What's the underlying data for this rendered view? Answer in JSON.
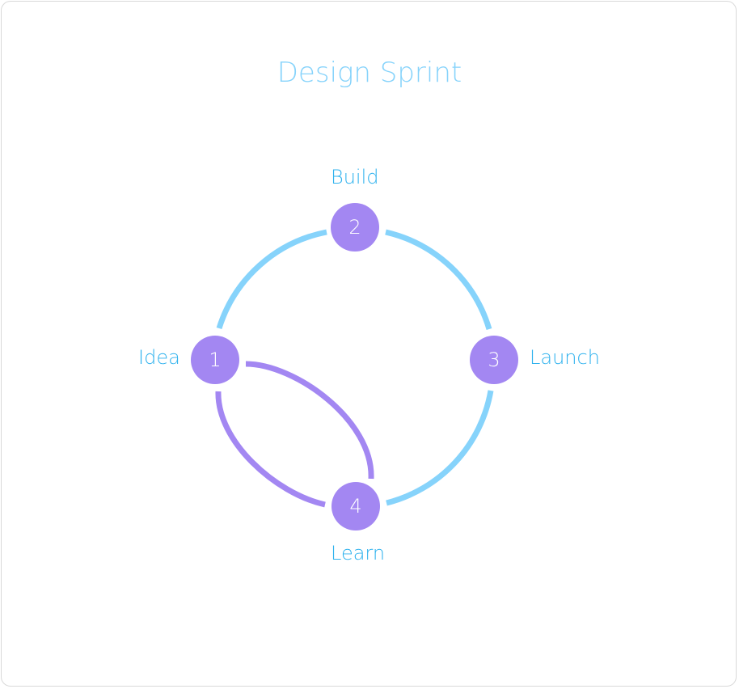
{
  "title": "Design Sprint",
  "colors": {
    "ring": "#86d3fb",
    "node": "#a387f2",
    "label": "#2fb2ee"
  },
  "nodes": [
    {
      "number": "1",
      "label": "Idea"
    },
    {
      "number": "2",
      "label": "Build"
    },
    {
      "number": "3",
      "label": "Launch"
    },
    {
      "number": "4",
      "label": "Learn"
    }
  ]
}
